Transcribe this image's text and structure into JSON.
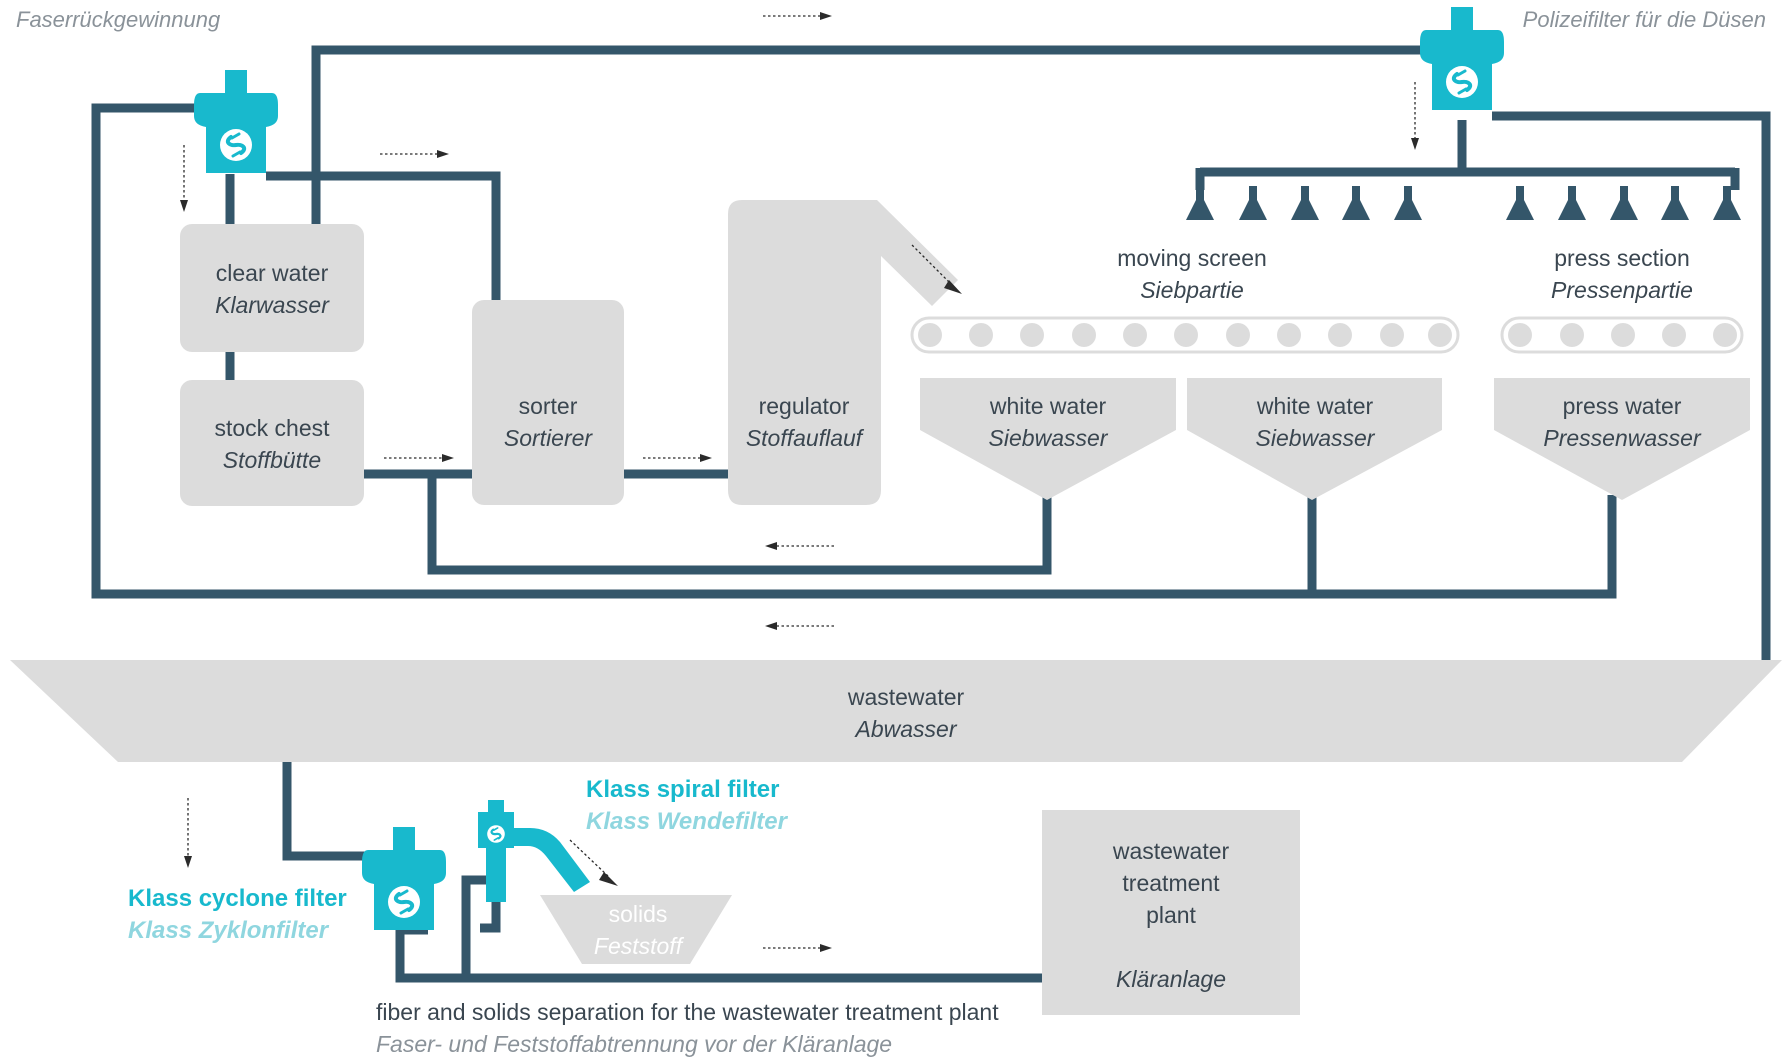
{
  "corner_labels": {
    "fiber_recovery_de": "Faserrückgewinnung",
    "police_filter_de": "Polizeifilter für die Düsen"
  },
  "units": {
    "clear_water": {
      "en": "clear water",
      "de": "Klarwasser"
    },
    "stock_chest": {
      "en": "stock chest",
      "de": "Stoffbütte"
    },
    "sorter": {
      "en": "sorter",
      "de": "Sortierer"
    },
    "regulator": {
      "en": "regulator",
      "de": "Stoffauflauf"
    },
    "moving_screen": {
      "en": "moving screen",
      "de": "Siebpartie"
    },
    "press_section": {
      "en": "press section",
      "de": "Pressenpartie"
    },
    "white_water_1": {
      "en": "white water",
      "de": "Siebwasser"
    },
    "white_water_2": {
      "en": "white water",
      "de": "Siebwasser"
    },
    "press_water": {
      "en": "press water",
      "de": "Pressenwasser"
    },
    "wastewater": {
      "en": "wastewater",
      "de": "Abwasser"
    },
    "solids": {
      "en": "solids",
      "de": "Feststoff"
    },
    "treatment_plant": {
      "en_line1": "wastewater",
      "en_line2": "treatment",
      "en_line3": "plant",
      "de": "Kläranlage"
    }
  },
  "brands": {
    "spiral_filter": {
      "en": "Klass spiral filter",
      "de": "Klass Wendefilter"
    },
    "cyclone_filter": {
      "en": "Klass cyclone filter",
      "de": "Klass Zyklonfilter"
    }
  },
  "footer": {
    "en": "fiber and solids separation for the wastewater treatment plant",
    "de": "Faser- und Feststoffabtrennung vor der Kläranlage"
  },
  "colors": {
    "pipe": "#34566a",
    "box": "#dcdcdc",
    "accent": "#18b9cd",
    "accent_light": "#8fd6df",
    "text": "#3a4650",
    "muted": "#8a9299"
  },
  "icons": {
    "filter": "klass-filter-icon",
    "nozzle": "spray-nozzle-icon",
    "roller": "roller-icon",
    "flow": "flow-arrow-icon"
  }
}
